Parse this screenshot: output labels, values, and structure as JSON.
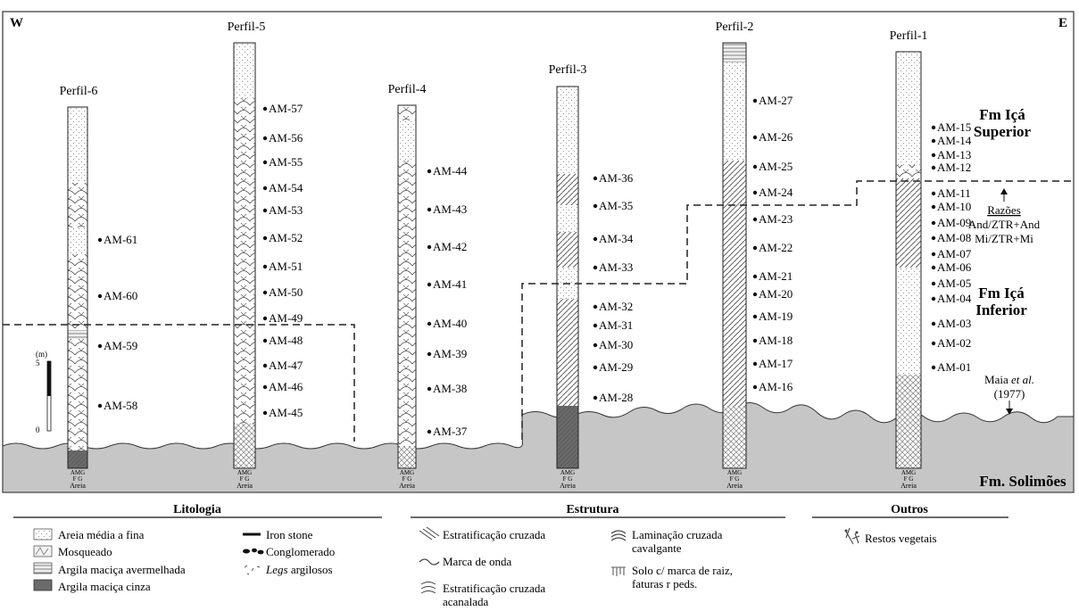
{
  "compass": {
    "west": "W",
    "east": "E"
  },
  "formations": {
    "upper": [
      "Fm Içá",
      "Superior"
    ],
    "lower": [
      "Fm Içá",
      "Inferior"
    ],
    "base": "Fm. Solimões"
  },
  "annotations": {
    "ratios_title": "Razões",
    "ratios_line1": "And/ZTR+And",
    "ratios_line2": "Mi/ZTR+Mi",
    "maia_name": "Maia",
    "maia_etal": "et al.",
    "maia_year": "(1977)"
  },
  "scale": {
    "unit": "(m)",
    "top": "5",
    "bottom": "0"
  },
  "grain_labels": {
    "top": "AMG",
    "mid": "F G",
    "bottom": "Areia"
  },
  "profiles": [
    {
      "name": "Perfil-6",
      "samples": [
        "AM-61",
        "AM-60",
        "AM-59",
        "AM-58"
      ]
    },
    {
      "name": "Perfil-5",
      "samples": [
        "AM-57",
        "AM-56",
        "AM-55",
        "AM-54",
        "AM-53",
        "AM-52",
        "AM-51",
        "AM-50",
        "AM-49",
        "AM-48",
        "AM-47",
        "AM-46",
        "AM-45"
      ]
    },
    {
      "name": "Perfil-4",
      "samples": [
        "AM-44",
        "AM-43",
        "AM-42",
        "AM-41",
        "AM-40",
        "AM-39",
        "AM-38",
        "AM-37"
      ]
    },
    {
      "name": "Perfil-3",
      "samples": [
        "AM-36",
        "AM-35",
        "AM-34",
        "AM-33",
        "AM-32",
        "AM-31",
        "AM-30",
        "AM-29",
        "AM-28"
      ]
    },
    {
      "name": "Perfil-2",
      "samples": [
        "AM-27",
        "AM-26",
        "AM-25",
        "AM-24",
        "AM-23",
        "AM-22",
        "AM-21",
        "AM-20",
        "AM-19",
        "AM-18",
        "AM-17",
        "AM-16"
      ]
    },
    {
      "name": "Perfil-1",
      "samples": [
        "AM-15",
        "AM-14",
        "AM-13",
        "AM-12",
        "AM-11",
        "AM-10",
        "AM-09",
        "AM-08",
        "AM-07",
        "AM-06",
        "AM-05",
        "AM-04",
        "AM-03",
        "AM-02",
        "AM-01"
      ]
    }
  ],
  "legend": {
    "litologia": {
      "title": "Litologia",
      "items": [
        "Areia média a fina",
        "Mosqueado",
        "Argila maciça avermelhada",
        "Argila maciça cinza",
        "Iron stone",
        "Conglomerado"
      ],
      "legs_italic": "Legs",
      "legs_rest": " argilosos"
    },
    "estrutura": {
      "title": "Estrutura",
      "items": [
        "Estratificação cruzada",
        "Marca de onda",
        "Estratificação cruzada",
        "acanalada",
        "Laminação cruzada",
        "cavalgante",
        "Solo c/ marca de raiz,",
        "faturas r peds."
      ]
    },
    "outros": {
      "title": "Outros",
      "items": [
        "Restos vegetais"
      ]
    }
  }
}
